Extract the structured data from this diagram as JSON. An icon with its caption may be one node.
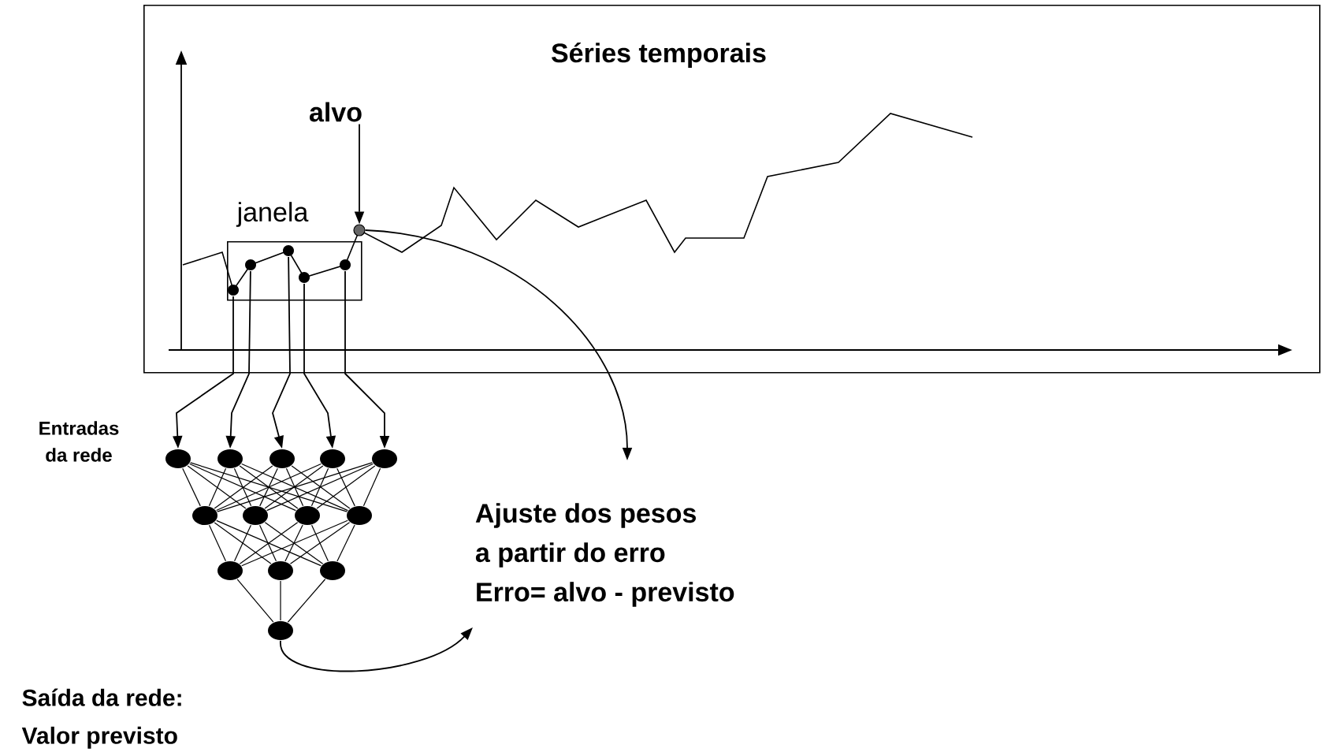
{
  "diagram": {
    "nodes": [
      {
        "text": [
          "Séries temporais"
        ]
      },
      {
        "text": [
          "janela"
        ],
        "in": 0
      },
      {
        "text": [],
        "shape": "circle",
        "in": 1
      },
      {
        "text": [],
        "shape": "circle",
        "in": 1
      },
      {
        "text": [],
        "shape": "circle",
        "in": 1
      },
      {
        "text": [],
        "shape": "circle",
        "in": 1
      },
      {
        "text": [],
        "shape": "circle",
        "in": 1
      },
      {
        "text": [
          "alvo"
        ],
        "in": 0
      },
      {
        "text": [],
        "shape": "circle",
        "in": 0
      },
      {
        "text": [],
        "shape": "circle"
      },
      {
        "text": [],
        "shape": "circle"
      },
      {
        "text": [],
        "shape": "circle"
      },
      {
        "text": [],
        "shape": "circle"
      },
      {
        "text": [],
        "shape": "circle"
      },
      {
        "text": [],
        "shape": "circle"
      },
      {
        "text": [],
        "shape": "circle"
      },
      {
        "text": [],
        "shape": "circle"
      },
      {
        "text": [],
        "shape": "circle"
      },
      {
        "text": [],
        "shape": "circle"
      },
      {
        "text": [],
        "shape": "circle"
      },
      {
        "text": [],
        "shape": "circle"
      },
      {
        "text": [],
        "shape": "circle"
      },
      {
        "text": [
          "Ajuste dos pesos",
          "a partir do erro",
          "Erro= alvo - previsto"
        ]
      }
    ],
    "edges": [
      {
        "from": 7,
        "to": 8,
        "arrow": "to"
      },
      {
        "from": 2,
        "to": 9,
        "arrow": "to"
      },
      {
        "from": 3,
        "to": 10,
        "arrow": "to"
      },
      {
        "from": 4,
        "to": 11,
        "arrow": "to"
      },
      {
        "from": 5,
        "to": 12,
        "arrow": "to"
      },
      {
        "from": 6,
        "to": 13,
        "arrow": "to"
      },
      {
        "from": 9,
        "to": 14,
        "arrow": "none"
      },
      {
        "from": 9,
        "to": 15,
        "arrow": "none"
      },
      {
        "from": 9,
        "to": 16,
        "arrow": "none"
      },
      {
        "from": 9,
        "to": 17,
        "arrow": "none"
      },
      {
        "from": 10,
        "to": 14,
        "arrow": "none"
      },
      {
        "from": 10,
        "to": 15,
        "arrow": "none"
      },
      {
        "from": 10,
        "to": 16,
        "arrow": "none"
      },
      {
        "from": 10,
        "to": 17,
        "arrow": "none"
      },
      {
        "from": 11,
        "to": 14,
        "arrow": "none"
      },
      {
        "from": 11,
        "to": 15,
        "arrow": "none"
      },
      {
        "from": 11,
        "to": 16,
        "arrow": "none"
      },
      {
        "from": 11,
        "to": 17,
        "arrow": "none"
      },
      {
        "from": 12,
        "to": 14,
        "arrow": "none"
      },
      {
        "from": 12,
        "to": 15,
        "arrow": "none"
      },
      {
        "from": 12,
        "to": 16,
        "arrow": "none"
      },
      {
        "from": 12,
        "to": 17,
        "arrow": "none"
      },
      {
        "from": 13,
        "to": 14,
        "arrow": "none"
      },
      {
        "from": 13,
        "to": 15,
        "arrow": "none"
      },
      {
        "from": 13,
        "to": 16,
        "arrow": "none"
      },
      {
        "from": 13,
        "to": 17,
        "arrow": "none"
      },
      {
        "from": 14,
        "to": 18,
        "arrow": "none"
      },
      {
        "from": 14,
        "to": 19,
        "arrow": "none"
      },
      {
        "from": 14,
        "to": 20,
        "arrow": "none"
      },
      {
        "from": 15,
        "to": 18,
        "arrow": "none"
      },
      {
        "from": 15,
        "to": 19,
        "arrow": "none"
      },
      {
        "from": 15,
        "to": 20,
        "arrow": "none"
      },
      {
        "from": 16,
        "to": 18,
        "arrow": "none"
      },
      {
        "from": 16,
        "to": 19,
        "arrow": "none"
      },
      {
        "from": 16,
        "to": 20,
        "arrow": "none"
      },
      {
        "from": 17,
        "to": 18,
        "arrow": "none"
      },
      {
        "from": 17,
        "to": 19,
        "arrow": "none"
      },
      {
        "from": 17,
        "to": 20,
        "arrow": "none"
      },
      {
        "from": 18,
        "to": 21,
        "arrow": "none"
      },
      {
        "from": 19,
        "to": 21,
        "arrow": "none"
      },
      {
        "from": 20,
        "to": 21,
        "arrow": "none"
      },
      {
        "from": 8,
        "to": 22,
        "arrow": "to"
      },
      {
        "from": 21,
        "to": 22,
        "arrow": "to"
      }
    ],
    "labels": [
      "Entradas da rede",
      "Saída da rede: Valor previsto"
    ]
  }
}
